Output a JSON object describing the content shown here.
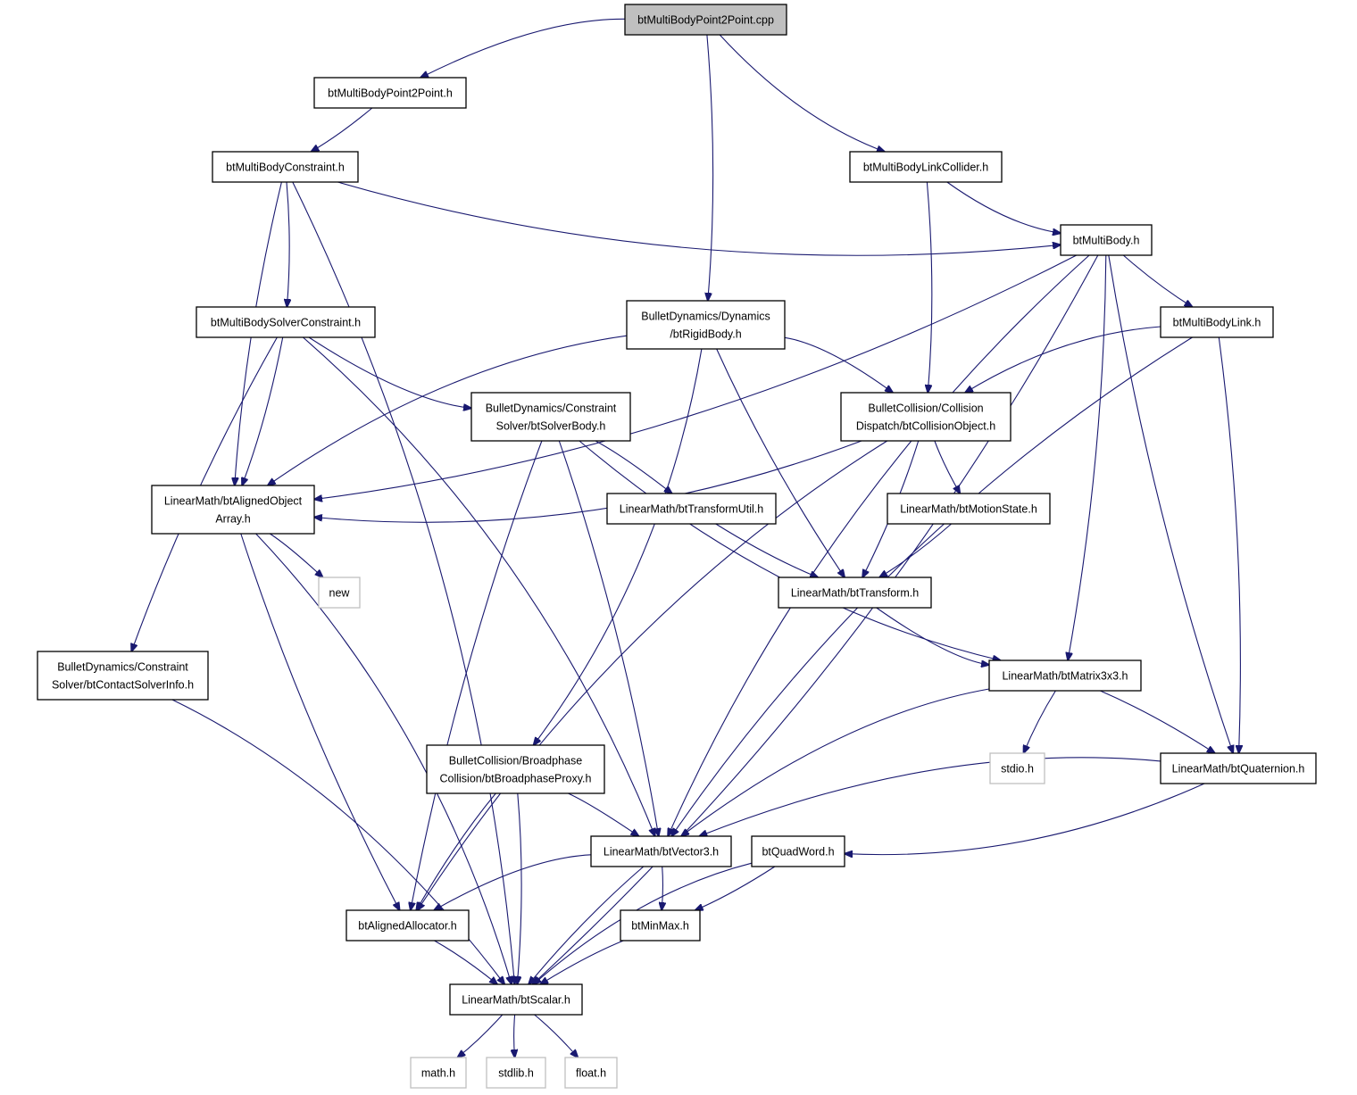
{
  "graph": {
    "nodes": [
      {
        "id": "root",
        "lines": [
          "btMultiBodyPoint2Point.cpp"
        ],
        "kind": "root"
      },
      {
        "id": "p2p_h",
        "lines": [
          "btMultiBodyPoint2Point.h"
        ],
        "kind": "file"
      },
      {
        "id": "constraint_h",
        "lines": [
          "btMultiBodyConstraint.h"
        ],
        "kind": "file"
      },
      {
        "id": "linkcollider_h",
        "lines": [
          "btMultiBodyLinkCollider.h"
        ],
        "kind": "file"
      },
      {
        "id": "multibody_h",
        "lines": [
          "btMultiBody.h"
        ],
        "kind": "file"
      },
      {
        "id": "solverconstraint_h",
        "lines": [
          "btMultiBodySolverConstraint.h"
        ],
        "kind": "file"
      },
      {
        "id": "rigidbody_h",
        "lines": [
          "BulletDynamics/Dynamics",
          "/btRigidBody.h"
        ],
        "kind": "file"
      },
      {
        "id": "link_h",
        "lines": [
          "btMultiBodyLink.h"
        ],
        "kind": "file"
      },
      {
        "id": "solverbody_h",
        "lines": [
          "BulletDynamics/Constraint",
          "Solver/btSolverBody.h"
        ],
        "kind": "file"
      },
      {
        "id": "collisionobject_h",
        "lines": [
          "BulletCollision/Collision",
          "Dispatch/btCollisionObject.h"
        ],
        "kind": "file"
      },
      {
        "id": "alignedobjectarray_h",
        "lines": [
          "LinearMath/btAlignedObject",
          "Array.h"
        ],
        "kind": "file"
      },
      {
        "id": "transformutil_h",
        "lines": [
          "LinearMath/btTransformUtil.h"
        ],
        "kind": "file"
      },
      {
        "id": "motionstate_h",
        "lines": [
          "LinearMath/btMotionState.h"
        ],
        "kind": "file"
      },
      {
        "id": "new",
        "lines": [
          "new"
        ],
        "kind": "ext"
      },
      {
        "id": "transform_h",
        "lines": [
          "LinearMath/btTransform.h"
        ],
        "kind": "file"
      },
      {
        "id": "contactsolverinfo_h",
        "lines": [
          "BulletDynamics/Constraint",
          "Solver/btContactSolverInfo.h"
        ],
        "kind": "file"
      },
      {
        "id": "matrix3x3_h",
        "lines": [
          "LinearMath/btMatrix3x3.h"
        ],
        "kind": "file"
      },
      {
        "id": "broadphaseproxy_h",
        "lines": [
          "BulletCollision/Broadphase",
          "Collision/btBroadphaseProxy.h"
        ],
        "kind": "file"
      },
      {
        "id": "stdio_h",
        "lines": [
          "stdio.h"
        ],
        "kind": "ext"
      },
      {
        "id": "quaternion_h",
        "lines": [
          "LinearMath/btQuaternion.h"
        ],
        "kind": "file"
      },
      {
        "id": "vector3_h",
        "lines": [
          "LinearMath/btVector3.h"
        ],
        "kind": "file"
      },
      {
        "id": "quadword_h",
        "lines": [
          "btQuadWord.h"
        ],
        "kind": "file"
      },
      {
        "id": "alignedallocator_h",
        "lines": [
          "btAlignedAllocator.h"
        ],
        "kind": "file"
      },
      {
        "id": "minmax_h",
        "lines": [
          "btMinMax.h"
        ],
        "kind": "file"
      },
      {
        "id": "scalar_h",
        "lines": [
          "LinearMath/btScalar.h"
        ],
        "kind": "file"
      },
      {
        "id": "math_h",
        "lines": [
          "math.h"
        ],
        "kind": "ext"
      },
      {
        "id": "stdlib_h",
        "lines": [
          "stdlib.h"
        ],
        "kind": "ext"
      },
      {
        "id": "float_h",
        "lines": [
          "float.h"
        ],
        "kind": "ext"
      }
    ],
    "edges": [
      [
        "root",
        "p2p_h"
      ],
      [
        "root",
        "rigidbody_h"
      ],
      [
        "root",
        "linkcollider_h"
      ],
      [
        "p2p_h",
        "constraint_h"
      ],
      [
        "constraint_h",
        "multibody_h"
      ],
      [
        "constraint_h",
        "solverconstraint_h"
      ],
      [
        "constraint_h",
        "alignedobjectarray_h"
      ],
      [
        "constraint_h",
        "scalar_h"
      ],
      [
        "linkcollider_h",
        "multibody_h"
      ],
      [
        "linkcollider_h",
        "collisionobject_h"
      ],
      [
        "multibody_h",
        "link_h"
      ],
      [
        "multibody_h",
        "alignedobjectarray_h"
      ],
      [
        "multibody_h",
        "vector3_h"
      ],
      [
        "multibody_h",
        "matrix3x3_h"
      ],
      [
        "multibody_h",
        "quaternion_h"
      ],
      [
        "multibody_h",
        "scalar_h"
      ],
      [
        "solverconstraint_h",
        "solverbody_h"
      ],
      [
        "solverconstraint_h",
        "alignedobjectarray_h"
      ],
      [
        "solverconstraint_h",
        "contactsolverinfo_h"
      ],
      [
        "solverconstraint_h",
        "vector3_h"
      ],
      [
        "rigidbody_h",
        "alignedobjectarray_h"
      ],
      [
        "rigidbody_h",
        "collisionobject_h"
      ],
      [
        "rigidbody_h",
        "transform_h"
      ],
      [
        "rigidbody_h",
        "broadphaseproxy_h"
      ],
      [
        "link_h",
        "collisionobject_h"
      ],
      [
        "link_h",
        "quaternion_h"
      ],
      [
        "link_h",
        "vector3_h"
      ],
      [
        "solverbody_h",
        "transformutil_h"
      ],
      [
        "solverbody_h",
        "matrix3x3_h"
      ],
      [
        "solverbody_h",
        "vector3_h"
      ],
      [
        "solverbody_h",
        "alignedallocator_h"
      ],
      [
        "collisionobject_h",
        "alignedobjectarray_h"
      ],
      [
        "collisionobject_h",
        "motionstate_h"
      ],
      [
        "collisionobject_h",
        "transform_h"
      ],
      [
        "collisionobject_h",
        "alignedallocator_h"
      ],
      [
        "alignedobjectarray_h",
        "new"
      ],
      [
        "alignedobjectarray_h",
        "alignedallocator_h"
      ],
      [
        "alignedobjectarray_h",
        "scalar_h"
      ],
      [
        "transformutil_h",
        "transform_h"
      ],
      [
        "motionstate_h",
        "transform_h"
      ],
      [
        "transform_h",
        "matrix3x3_h"
      ],
      [
        "contactsolverinfo_h",
        "scalar_h"
      ],
      [
        "matrix3x3_h",
        "stdio_h"
      ],
      [
        "matrix3x3_h",
        "quaternion_h"
      ],
      [
        "matrix3x3_h",
        "vector3_h"
      ],
      [
        "broadphaseproxy_h",
        "vector3_h"
      ],
      [
        "broadphaseproxy_h",
        "alignedallocator_h"
      ],
      [
        "broadphaseproxy_h",
        "scalar_h"
      ],
      [
        "quaternion_h",
        "vector3_h"
      ],
      [
        "quaternion_h",
        "quadword_h"
      ],
      [
        "vector3_h",
        "alignedallocator_h"
      ],
      [
        "vector3_h",
        "minmax_h"
      ],
      [
        "vector3_h",
        "scalar_h"
      ],
      [
        "quadword_h",
        "minmax_h"
      ],
      [
        "quadword_h",
        "scalar_h"
      ],
      [
        "alignedallocator_h",
        "scalar_h"
      ],
      [
        "minmax_h",
        "scalar_h"
      ],
      [
        "scalar_h",
        "math_h"
      ],
      [
        "scalar_h",
        "stdlib_h"
      ],
      [
        "scalar_h",
        "float_h"
      ]
    ]
  }
}
